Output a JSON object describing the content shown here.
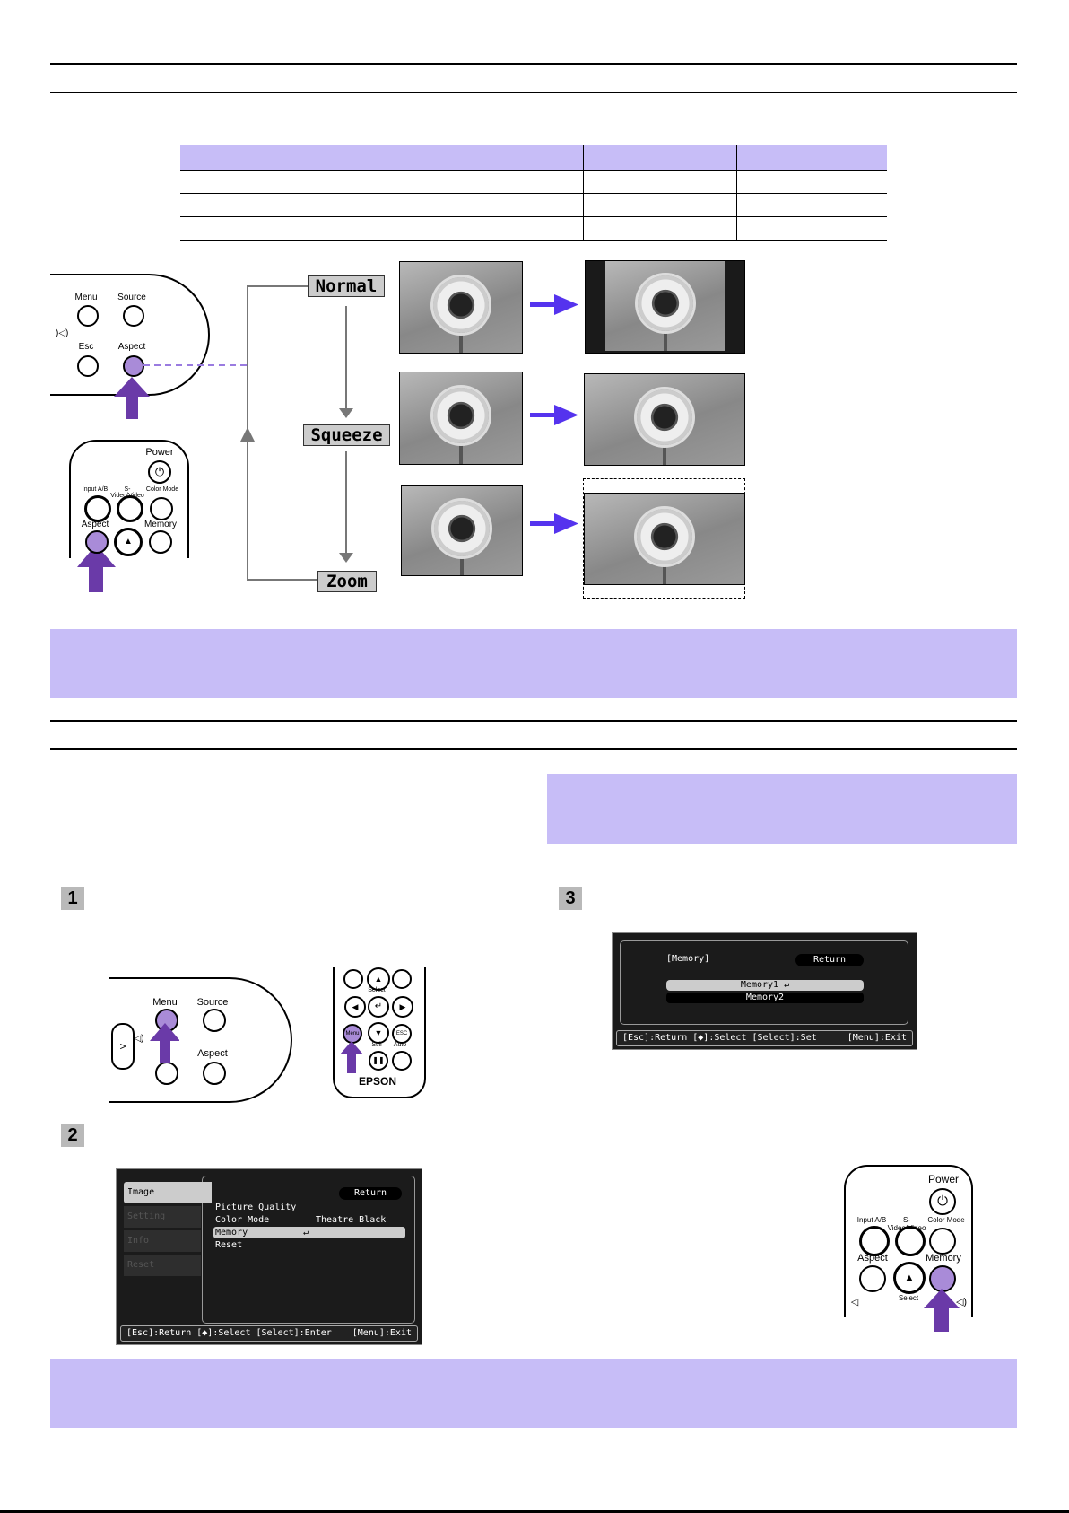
{
  "aspect_modes": {
    "normal": "Normal",
    "squeeze": "Squeeze",
    "zoom": "Zoom"
  },
  "control_panel_top": {
    "menu": "Menu",
    "source": "Source",
    "esc": "Esc",
    "aspect": "Aspect"
  },
  "remote_top": {
    "power": "Power",
    "input": "Input A/B",
    "svideo": "S-Video/Video",
    "colormode": "Color Mode",
    "aspect": "Aspect",
    "memory": "Memory"
  },
  "steps": {
    "s1": "1",
    "s2": "2",
    "s3": "3"
  },
  "control_panel_step1": {
    "menu": "Menu",
    "source": "Source",
    "aspect": "Aspect"
  },
  "remote_step1": {
    "select": "Select",
    "menu": "Menu",
    "still": "Still",
    "auto": "Auto",
    "esc": "ESC",
    "brand": "EPSON"
  },
  "osd_menu": {
    "tabs": [
      "Image",
      "Setting",
      "Info",
      "Reset"
    ],
    "return": "Return",
    "rows": [
      {
        "label": "Picture Quality",
        "value": ""
      },
      {
        "label": "Color Mode",
        "value": "Theatre Black"
      },
      {
        "label": "Memory",
        "value": "↵"
      },
      {
        "label": "Reset",
        "value": ""
      }
    ],
    "footer_left": "[Esc]:Return [◆]:Select [Select]:Enter",
    "footer_right": "[Menu]:Exit"
  },
  "osd_memory": {
    "title": "[Memory]",
    "return": "Return",
    "item1": "Memory1 ↵",
    "item2": "Memory2",
    "footer_left": "[Esc]:Return [◆]:Select [Select]:Set",
    "footer_right": "[Menu]:Exit"
  },
  "remote_step4": {
    "power": "Power",
    "input": "Input A/B",
    "svideo": "S-Video/Video",
    "colormode": "Color Mode",
    "aspect": "Aspect",
    "memory": "Memory",
    "select": "Select"
  },
  "colors": {
    "lavender": "#c7bdf7",
    "purple_button": "#a98bd8",
    "arrow_purple": "#6a3aa8",
    "arrow_blue": "#5533ee"
  }
}
